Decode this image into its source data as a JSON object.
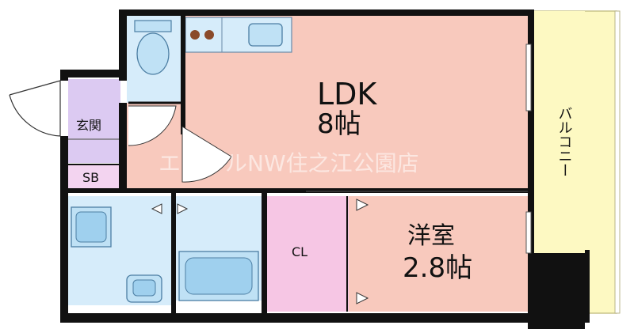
{
  "rooms": {
    "ldk": {
      "name": "LDK",
      "size": "8帖"
    },
    "western_room": {
      "name": "洋室",
      "size": "2.8帖"
    },
    "closet": {
      "name": "CL"
    },
    "entrance": {
      "name": "玄関"
    },
    "shoe_box": {
      "name": "SB"
    },
    "balcony": {
      "name": "バルコニー"
    }
  },
  "watermark": "エイブルNW住之江公園店",
  "colors": {
    "ldk": "#f8c9bd",
    "western_room": "#f8c9bd",
    "closet": "#f6c6e4",
    "entrance": "#dccaf2",
    "shoe_box": "#f3d4f0",
    "wet_area": "#d6ecfa",
    "balcony": "#fdf9c2",
    "wall": "#111111"
  }
}
